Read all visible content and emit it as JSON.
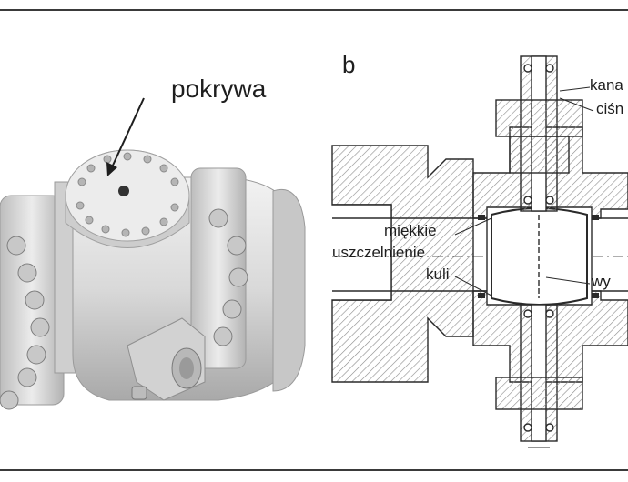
{
  "labels": {
    "pokrywa": "pokrywa",
    "panel_b": "b",
    "miekkie": "miękkie",
    "uszczelnienie": "uszczelnienie",
    "kuli": "kuli",
    "kana": "kana",
    "cisn": "ciśn",
    "wy": "wy"
  },
  "colors": {
    "valve_body": "#dcdcdc",
    "hatch": "#8c8c8c",
    "outline": "#2a2a2a"
  }
}
